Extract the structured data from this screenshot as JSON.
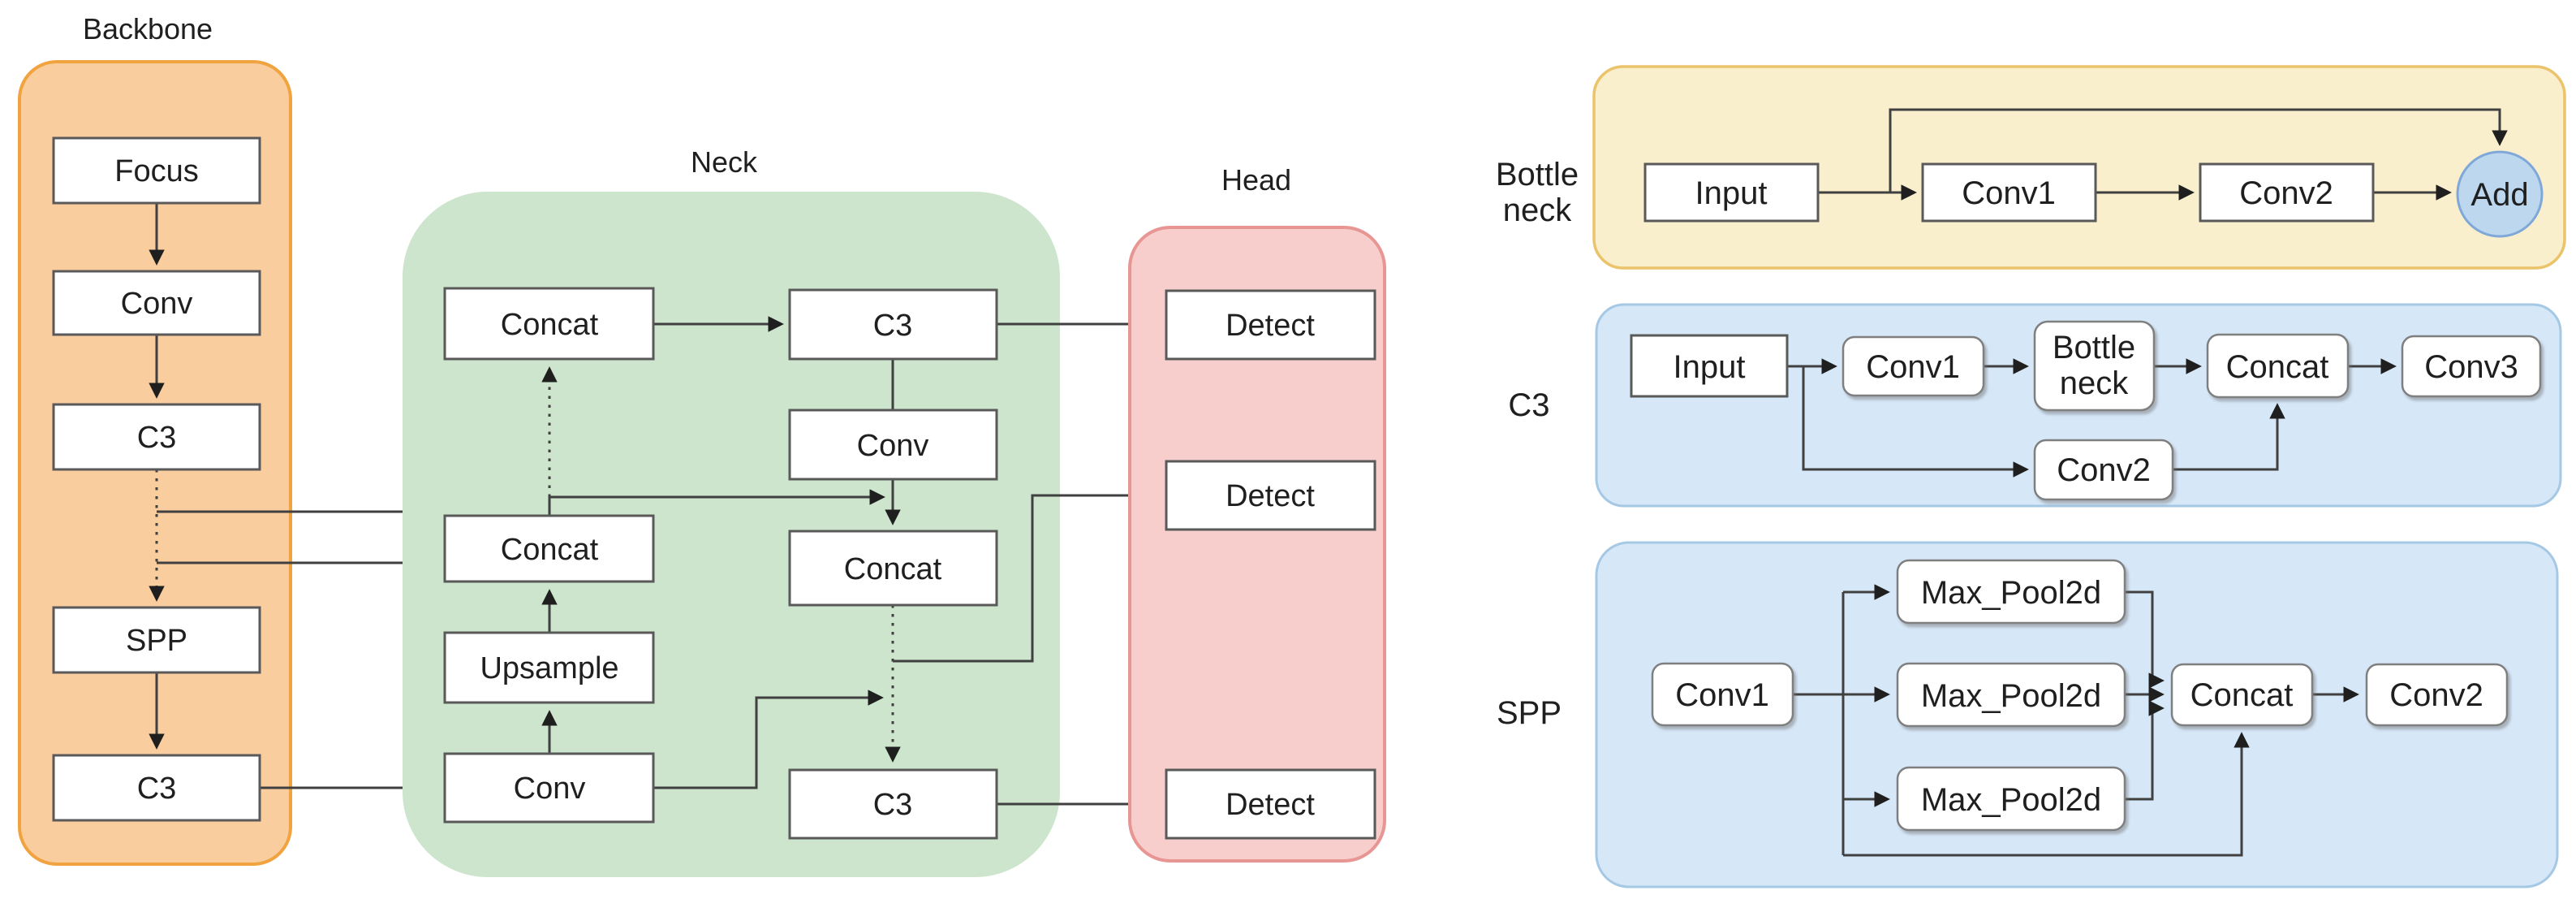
{
  "sections": {
    "backbone": {
      "label": "Backbone",
      "nodes": {
        "focus": "Focus",
        "conv": "Conv",
        "c3_upper": "C3",
        "spp": "SPP",
        "c3_lower": "C3"
      }
    },
    "neck": {
      "label": "Neck",
      "nodes": {
        "concat_top_left": "Concat",
        "concat_mid_left": "Concat",
        "upsample": "Upsample",
        "conv_bottom_left": "Conv",
        "c3_top_right": "C3",
        "conv_right": "Conv",
        "concat_right": "Concat",
        "c3_bottom_right": "C3"
      }
    },
    "head": {
      "label": "Head",
      "nodes": {
        "detect_1": "Detect",
        "detect_2": "Detect",
        "detect_3": "Detect"
      }
    },
    "bottleneck_detail": {
      "label_line_1": "Bottle",
      "label_line_2": "neck",
      "nodes": {
        "input": "Input",
        "conv1": "Conv1",
        "conv2": "Conv2",
        "add": "Add"
      }
    },
    "c3_detail": {
      "label": "C3",
      "nodes": {
        "input": "Input",
        "conv1": "Conv1",
        "bottleneck_line_1": "Bottle",
        "bottleneck_line_2": "neck",
        "concat": "Concat",
        "conv3": "Conv3",
        "conv2": "Conv2"
      }
    },
    "spp_detail": {
      "label": "SPP",
      "nodes": {
        "conv1": "Conv1",
        "max_pool_1": "Max_Pool2d",
        "max_pool_2": "Max_Pool2d",
        "max_pool_3": "Max_Pool2d",
        "concat": "Concat",
        "conv2": "Conv2"
      }
    }
  },
  "colors": {
    "backbone_fill": "#FACD9E",
    "backbone_border": "#F0A33F",
    "neck_fill": "#CDE5CC",
    "head_fill": "#F8CECD",
    "head_border": "#E89694",
    "bottleneck_fill": "#FAEFCD",
    "bottleneck_border": "#EBC36B",
    "detail_fill": "#D6E7F8",
    "detail_border": "#A5C8E4",
    "add_fill": "#BDD7EE",
    "add_border": "#7FA8D9",
    "node_fill": "#FFFFFF",
    "node_border": "#595959",
    "edge": "#404040",
    "text": "#1F1F1F"
  }
}
